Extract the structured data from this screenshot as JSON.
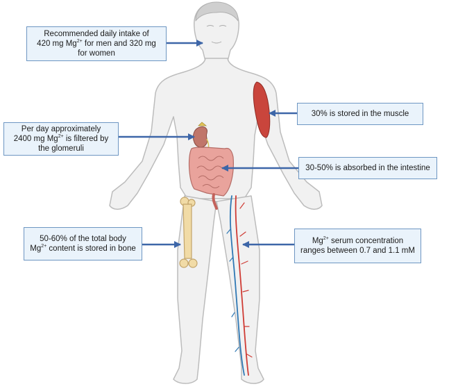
{
  "callouts": {
    "intake": {
      "line1": "Recommended daily intake of",
      "line2_pre": "420 mg Mg",
      "line2_sup": "2+",
      "line2_post": " for men and 320 mg",
      "line3": "for women"
    },
    "kidney": {
      "line1": "Per day approximately",
      "line2_pre": "2400 mg Mg",
      "line2_sup": "2+",
      "line2_post": " is filtered by",
      "line3": "the glomeruli"
    },
    "bone": {
      "line1": "50-60% of the total body",
      "line2_pre": "Mg",
      "line2_sup": "2+",
      "line2_post": " content is stored in bone"
    },
    "muscle": {
      "line1": "30% is stored in the muscle"
    },
    "intestine": {
      "line1": "30-50% is absorbed in the intestine"
    },
    "serum": {
      "line1_pre": "Mg",
      "line1_sup": "2+",
      "line1_post": " serum concentration",
      "line2": "ranges between 0.7 and 1.1 mM"
    }
  },
  "colors": {
    "callout_fill": "#eaf3fb",
    "callout_border": "#6d96c2",
    "arrow": "#3d66a8",
    "body_fill": "#f1f1f1",
    "body_outline": "#bcbcbc",
    "muscle": "#c9453c",
    "intestine": "#e9a39c",
    "bone": "#f1dba6",
    "artery": "#cf3b34",
    "vein": "#2f78b4"
  },
  "icons": [
    "human-body-outline",
    "kidney-icon",
    "intestine-icon",
    "arm-muscle-icon",
    "femur-bone-icon",
    "leg-blood-vessels-icon"
  ]
}
